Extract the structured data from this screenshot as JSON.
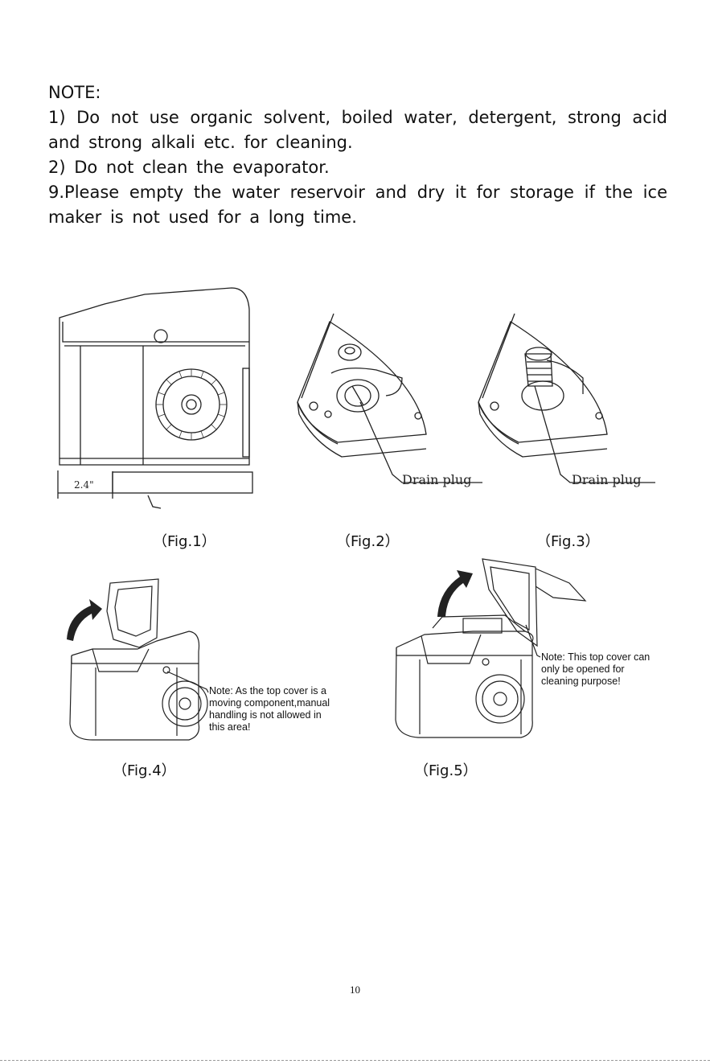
{
  "note": {
    "heading": "NOTE:",
    "items": [
      "1) Do not use organic solvent, boiled water, detergent, strong acid and strong alkali etc. for cleaning.",
      "2) Do not clean the evaporator.",
      "9.Please empty the water reservoir and dry it for storage if the ice maker is not used for a long time."
    ]
  },
  "figures": {
    "fig1": {
      "caption": "（Fig.1）",
      "dimension": "2.4\""
    },
    "fig2": {
      "caption": "（Fig.2）",
      "label": "Drain plug"
    },
    "fig3": {
      "caption": "（Fig.3）",
      "label": "Drain plug"
    },
    "fig4": {
      "caption": "（Fig.4）",
      "note_lines": [
        "Note: As the top cover is a",
        "moving component,manual",
        "handling is not allowed in",
        "this area!"
      ]
    },
    "fig5": {
      "caption": "（Fig.5）",
      "note_lines": [
        "Note: This top cover can",
        "only be opened for",
        "cleaning purpose!"
      ]
    }
  },
  "page_number": "10"
}
